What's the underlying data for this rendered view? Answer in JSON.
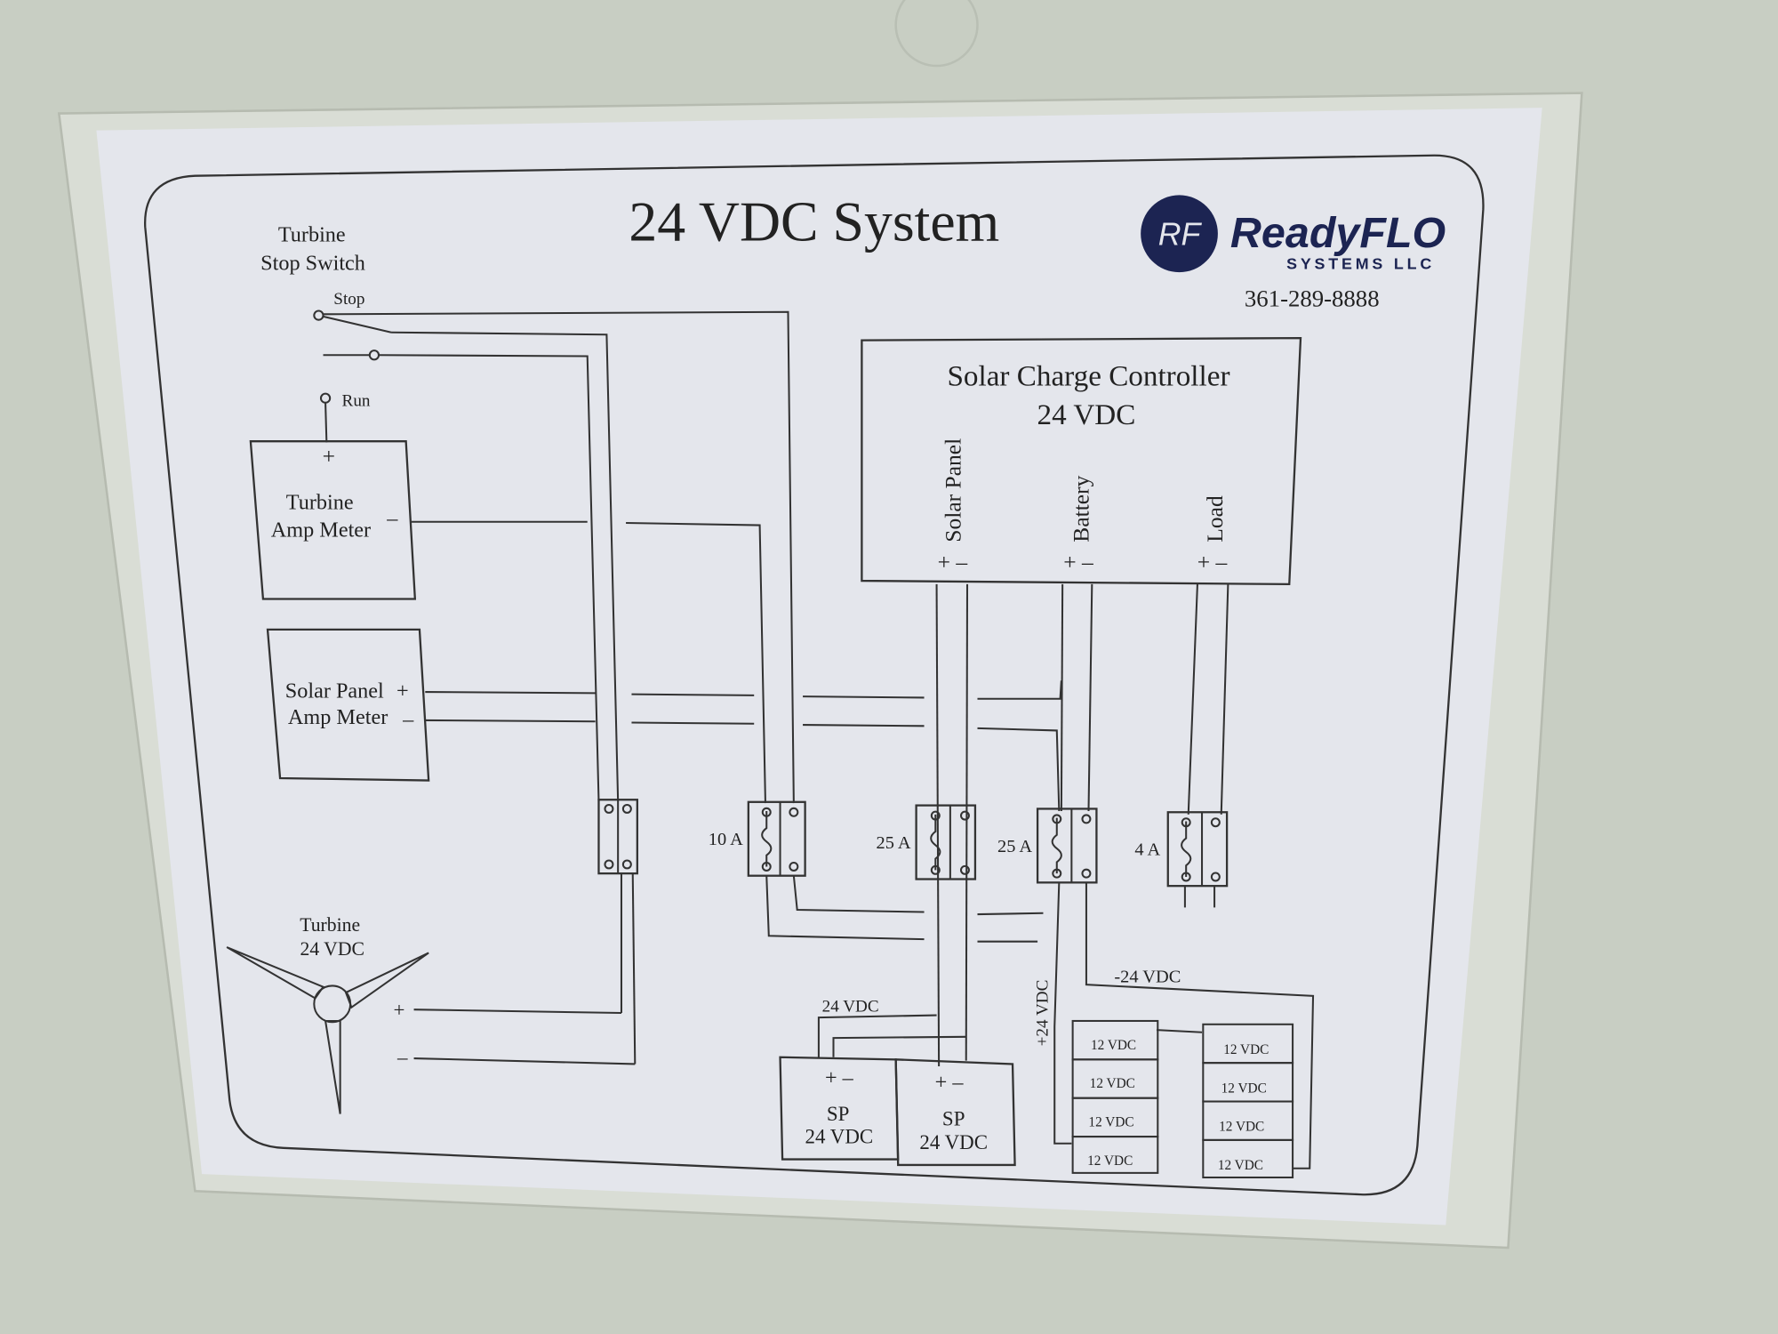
{
  "title": "24 VDC System",
  "logo": {
    "initials": "RF",
    "brand": "ReadyFLO",
    "sub": "SYSTEMS LLC",
    "phone": "361-289-8888"
  },
  "stop_switch": {
    "label_line1": "Turbine",
    "label_line2": "Stop Switch",
    "stop": "Stop",
    "run": "Run"
  },
  "turbine_meter": {
    "line1": "Turbine",
    "line2": "Amp Meter",
    "plus": "+",
    "minus": "–"
  },
  "solar_meter": {
    "line1": "Solar Panel",
    "line2": "Amp Meter",
    "plus": "+",
    "minus": "–"
  },
  "controller": {
    "title": "Solar Charge Controller",
    "voltage": "24 VDC",
    "terminals": [
      {
        "label": "Solar Panel",
        "pm": "+ –"
      },
      {
        "label": "Battery",
        "pm": "+ –"
      },
      {
        "label": "Load",
        "pm": "+ –"
      }
    ]
  },
  "fuses": [
    {
      "rating": "10 A"
    },
    {
      "rating": "25 A"
    },
    {
      "rating": "25 A"
    },
    {
      "rating": "4 A"
    }
  ],
  "turbine": {
    "line1": "Turbine",
    "line2": "24 VDC",
    "plus": "+",
    "minus": "–"
  },
  "solar_panels": {
    "bus_label": "24 VDC",
    "panels": [
      {
        "pm": "+ –",
        "name": "SP",
        "voltage": "24 VDC"
      },
      {
        "pm": "+ –",
        "name": "SP",
        "voltage": "24 VDC"
      }
    ]
  },
  "batteries": {
    "pos_label": "+24 VDC",
    "neg_label": "-24 VDC",
    "cells": [
      "12 VDC",
      "12 VDC",
      "12 VDC",
      "12 VDC",
      "12 VDC",
      "12 VDC",
      "12 VDC",
      "12 VDC"
    ]
  },
  "colors": {
    "background": "#c8cec3",
    "paper": "#e4e6ec",
    "ink": "#222222",
    "logo": "#1c2452"
  }
}
